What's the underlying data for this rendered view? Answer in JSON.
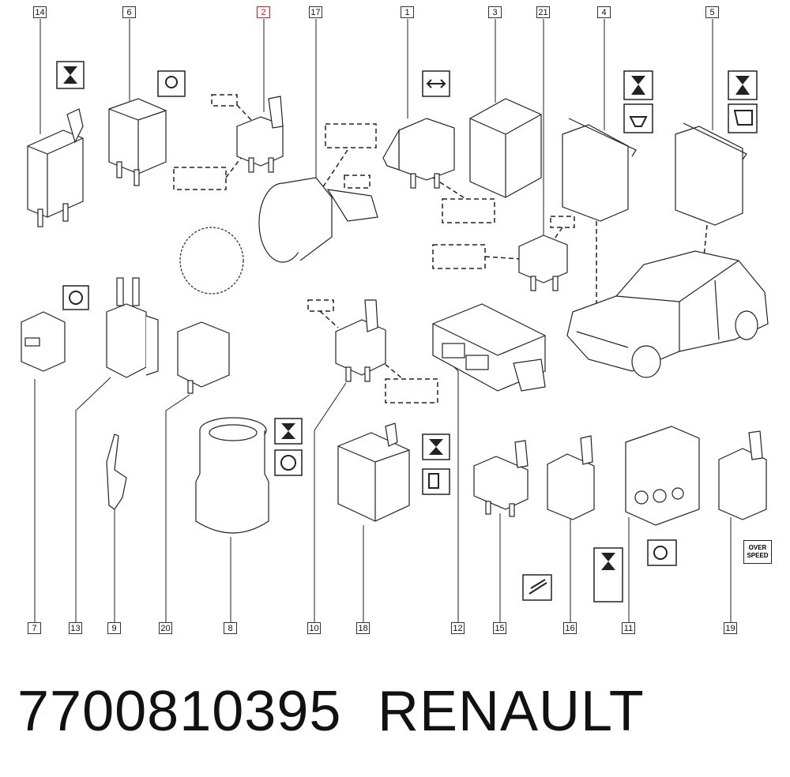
{
  "title": {
    "part_number": "7700810395",
    "brand": "RENAULT"
  },
  "callouts": {
    "top": [
      "14",
      "6",
      "2",
      "17",
      "1",
      "3",
      "21",
      "4",
      "5"
    ],
    "bottom": [
      "7",
      "13",
      "9",
      "20",
      "8",
      "10",
      "18",
      "12",
      "15",
      "16",
      "11",
      "19"
    ],
    "highlighted": "2"
  },
  "symbols": {
    "over_speed": "OVER SPEED"
  },
  "colors": {
    "highlight": "#e0151b",
    "line": "#222222"
  }
}
